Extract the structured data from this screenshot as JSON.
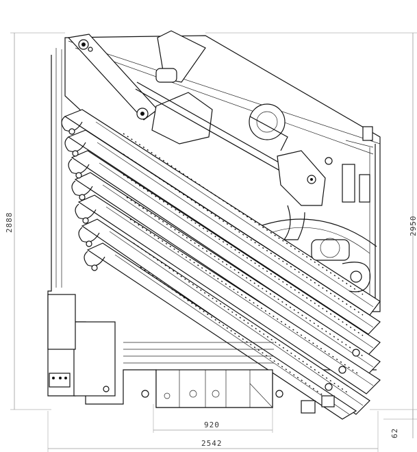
{
  "drawing": {
    "dimensions": {
      "total_height_left": "2888",
      "total_height_right": "2950",
      "base_width": "920",
      "total_width": "2542",
      "offset_bottom": "62"
    },
    "colors": {
      "line": "#111111",
      "dimension": "#9a9a9a",
      "text": "#333333",
      "background": "#ffffff"
    }
  }
}
